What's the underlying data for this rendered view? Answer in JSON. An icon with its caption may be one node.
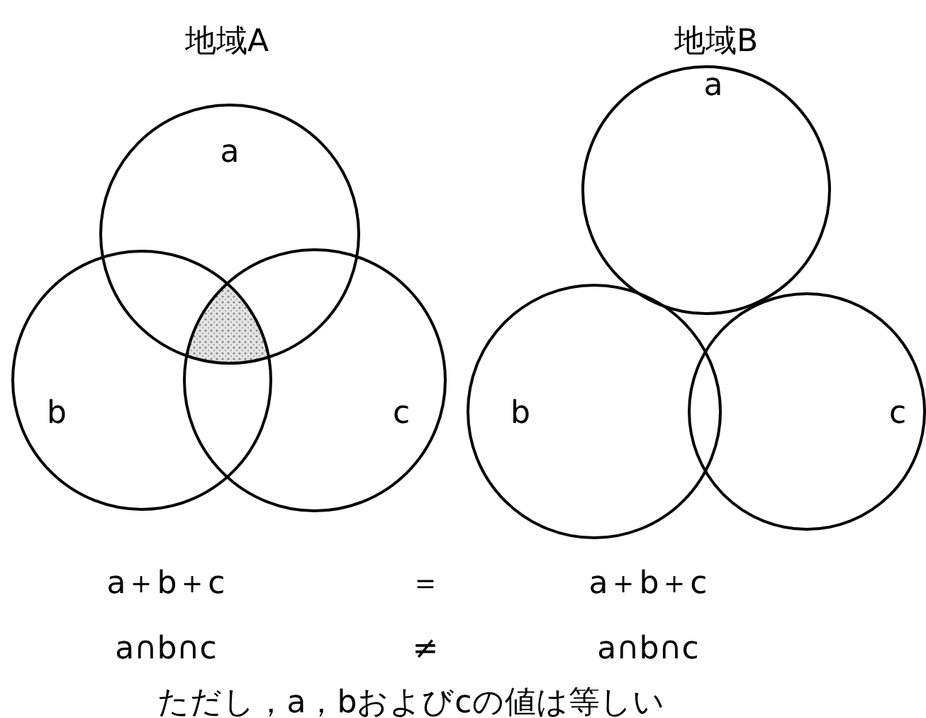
{
  "diagram": {
    "nodes": [
      {
        "text": [
          "a"
        ]
      },
      {
        "text": [
          "b"
        ]
      },
      {
        "text": [
          "c"
        ]
      },
      {
        "text": [
          "a"
        ]
      },
      {
        "text": [
          "b"
        ]
      },
      {
        "text": [
          "c"
        ]
      }
    ],
    "labels": [
      "地域A",
      "地域B",
      "a＋b＋c",
      "＝",
      "a＋b＋c",
      "a∩b∩c",
      "≠",
      "a∩b∩c",
      "ただし，a，bおよびcの値は等しい"
    ]
  }
}
